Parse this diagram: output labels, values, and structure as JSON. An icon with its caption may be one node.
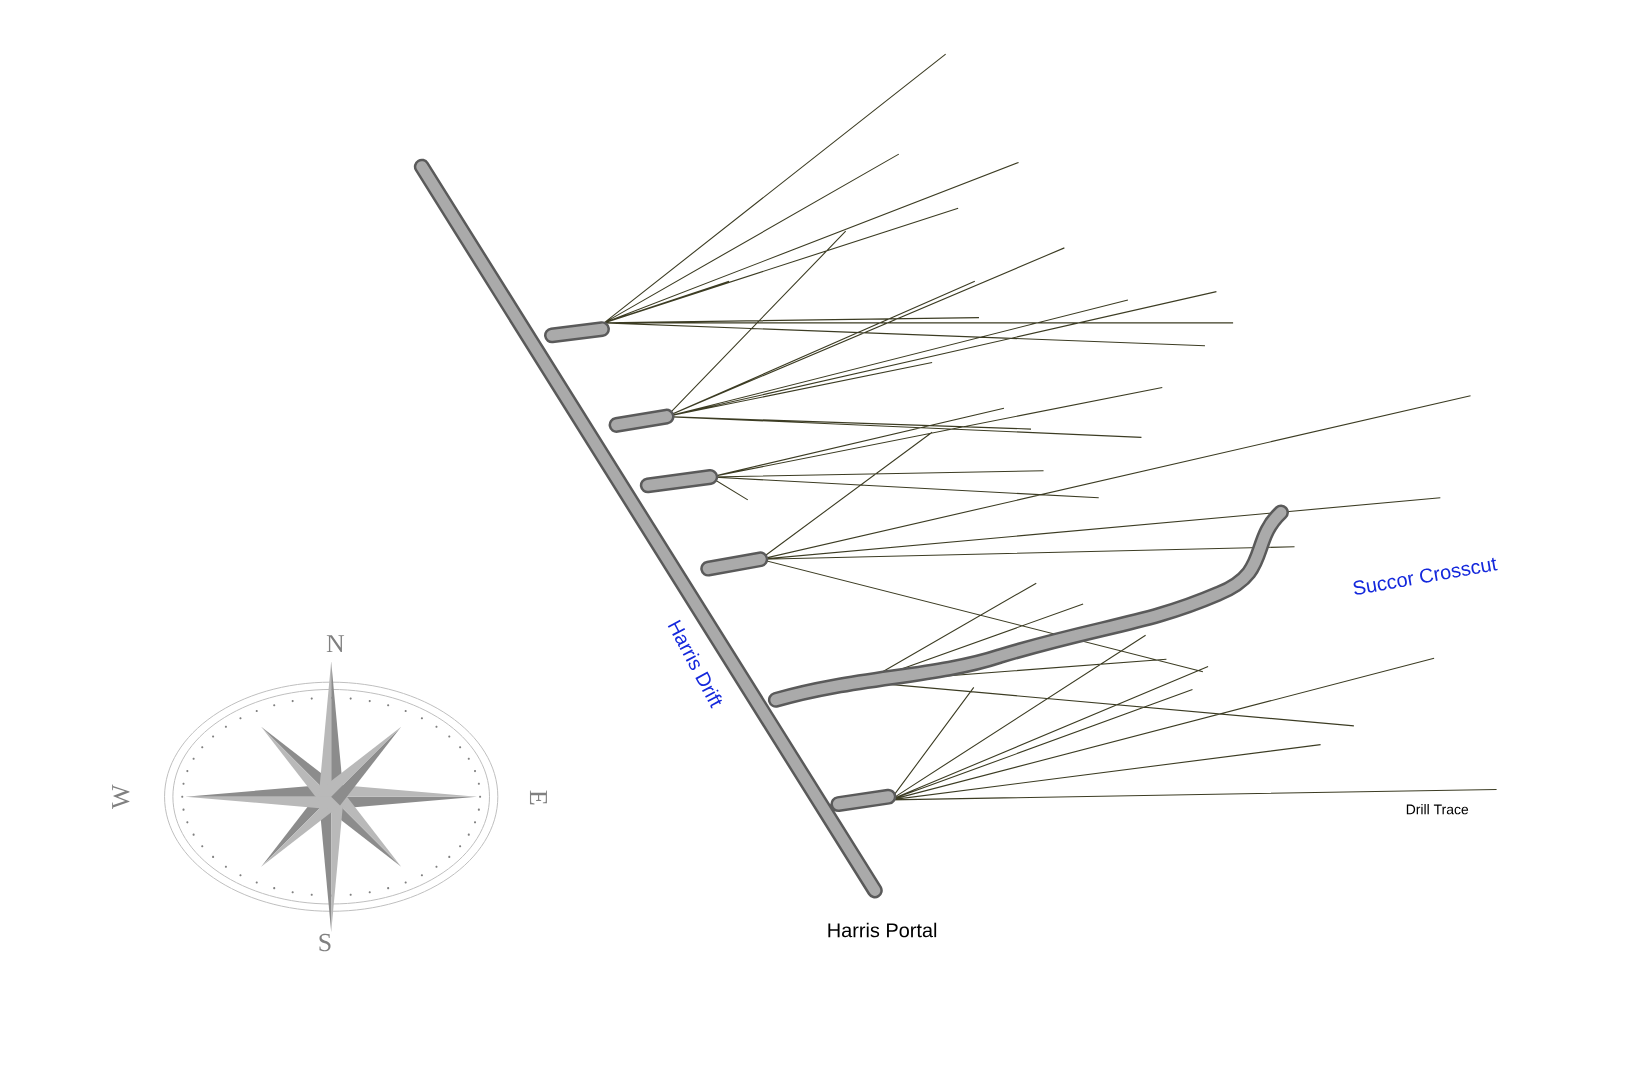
{
  "diagram": {
    "labels": [
      "N",
      "W",
      "E",
      "S",
      "Harris Drift",
      "Succor Crosscut",
      "Drill Trace",
      "Harris Portal"
    ]
  }
}
